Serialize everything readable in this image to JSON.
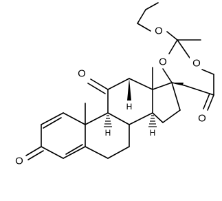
{
  "molecule": {
    "atom_labels": {
      "o_ketone_upper": "O",
      "o_ketone_c11": "O",
      "o_ring_left": "O",
      "o_ring_right": "O",
      "o_ethoxy": "O",
      "o_ketone_c3": "O",
      "h_c9": "H",
      "h_c8": "H",
      "h_c14": "H"
    }
  }
}
